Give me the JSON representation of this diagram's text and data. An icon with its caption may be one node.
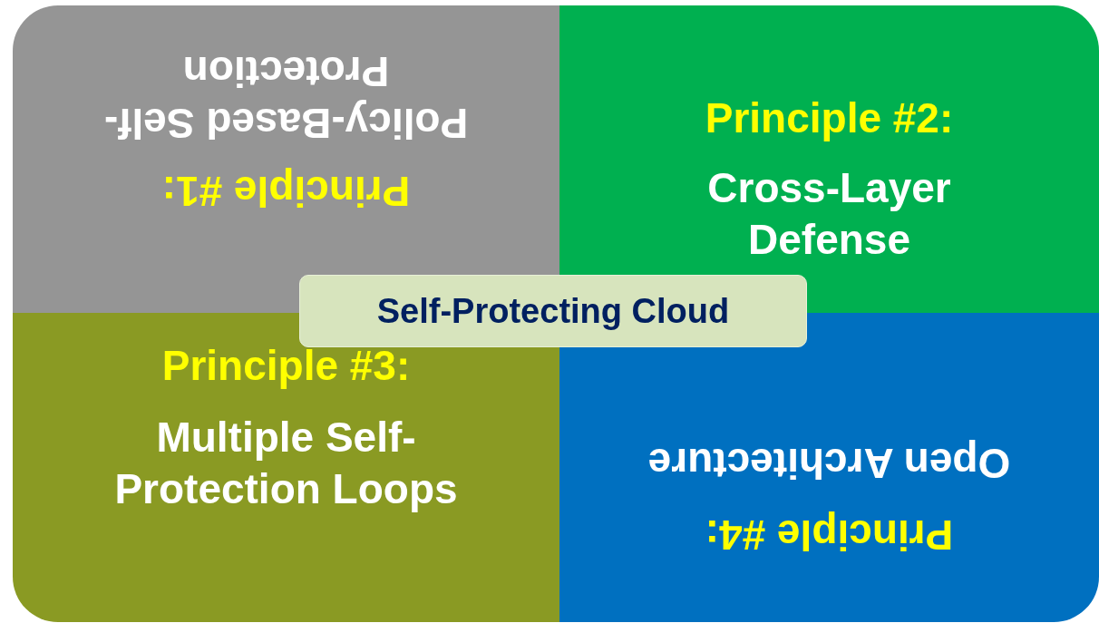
{
  "diagram": {
    "nodes": [
      {
        "text": [
          "Principle #1:",
          "Policy-Based Self-Protection"
        ]
      },
      {
        "text": [
          "Principle #2:",
          "Cross-Layer Defense"
        ]
      },
      {
        "text": [
          "Principle #3:",
          "Multiple Self-Protection Loops"
        ]
      },
      {
        "text": [
          "Principle #4:",
          "Open Architecture"
        ]
      },
      {
        "text": [
          "Self-Protecting Cloud"
        ]
      }
    ]
  }
}
